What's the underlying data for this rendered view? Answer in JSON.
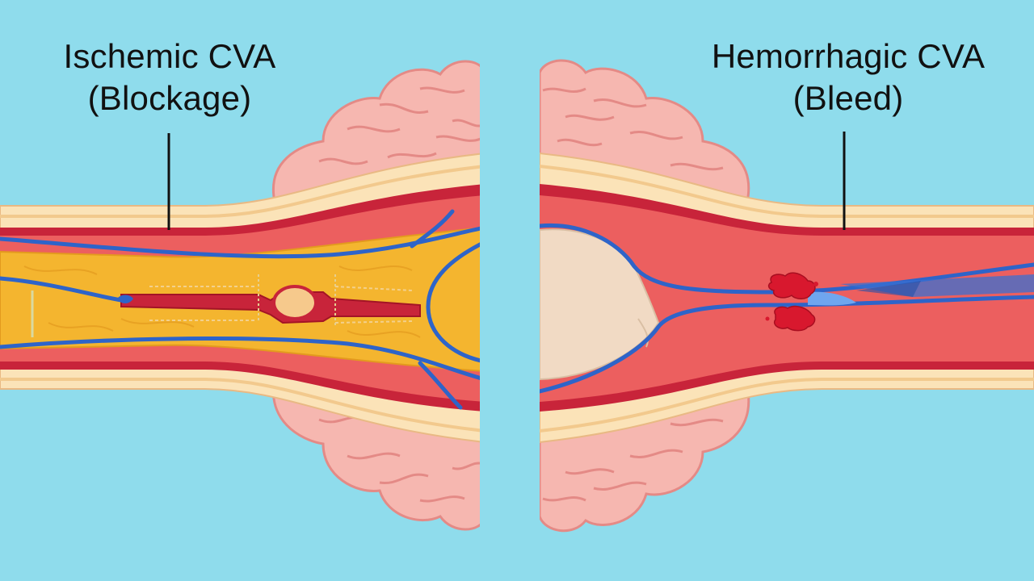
{
  "labels": {
    "ischemic": {
      "title": "Ischemic CVA",
      "subtitle": "(Blockage)"
    },
    "hemorrhagic": {
      "title": "Hemorrhagic CVA",
      "subtitle": "(Bleed)"
    }
  },
  "colors": {
    "background": "#8fdcec",
    "brain": "#f6b7b0",
    "brain_outline": "#e48a86",
    "vessel_outer": "#fbe3b8",
    "vessel_wall": "#c8243a",
    "vessel_lumen": "#ec5f5f",
    "vein": "#2e64c9",
    "plaque": "#f4b52f",
    "bleed": "#d8182e",
    "clot": "#f1dac4"
  },
  "icons": [
    "brain-illustration",
    "artery-illustration",
    "blood-clot",
    "hemorrhage"
  ]
}
